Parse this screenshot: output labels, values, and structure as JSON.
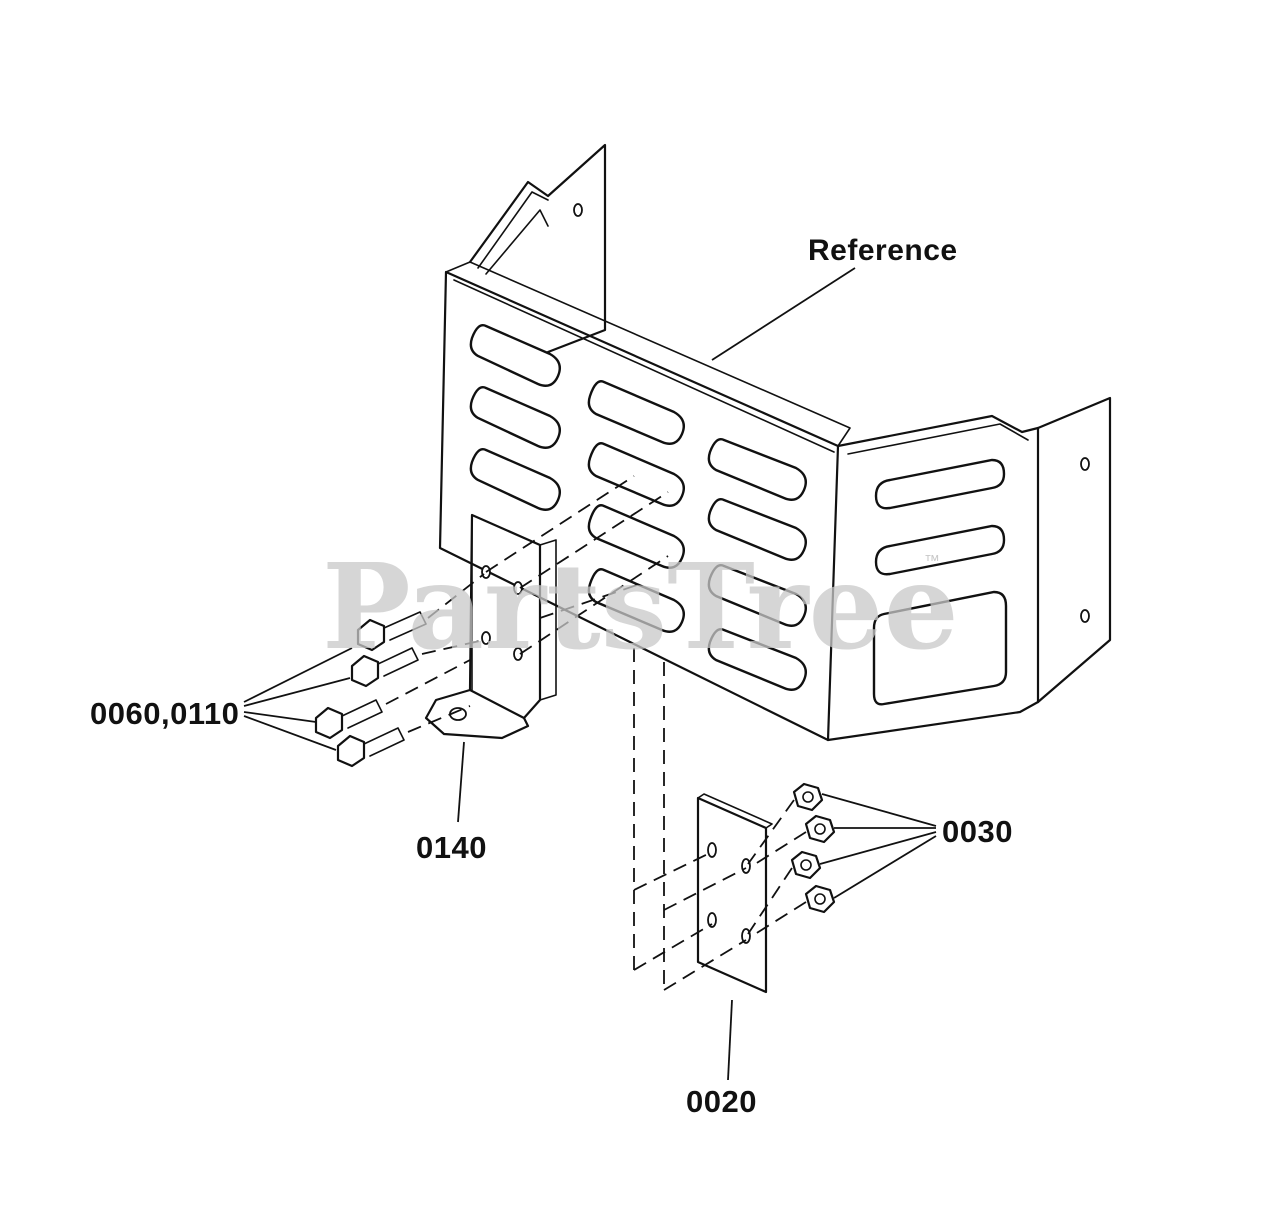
{
  "labels": {
    "reference": "Reference",
    "bolts": "0060,0110",
    "bracket": "0140",
    "plate": "0020",
    "nuts": "0030"
  },
  "watermark": {
    "text": "PartsTree",
    "trademark": "™"
  },
  "colors": {
    "line": "#111111",
    "watermark": "#c8c8c8",
    "background": "#ffffff"
  }
}
